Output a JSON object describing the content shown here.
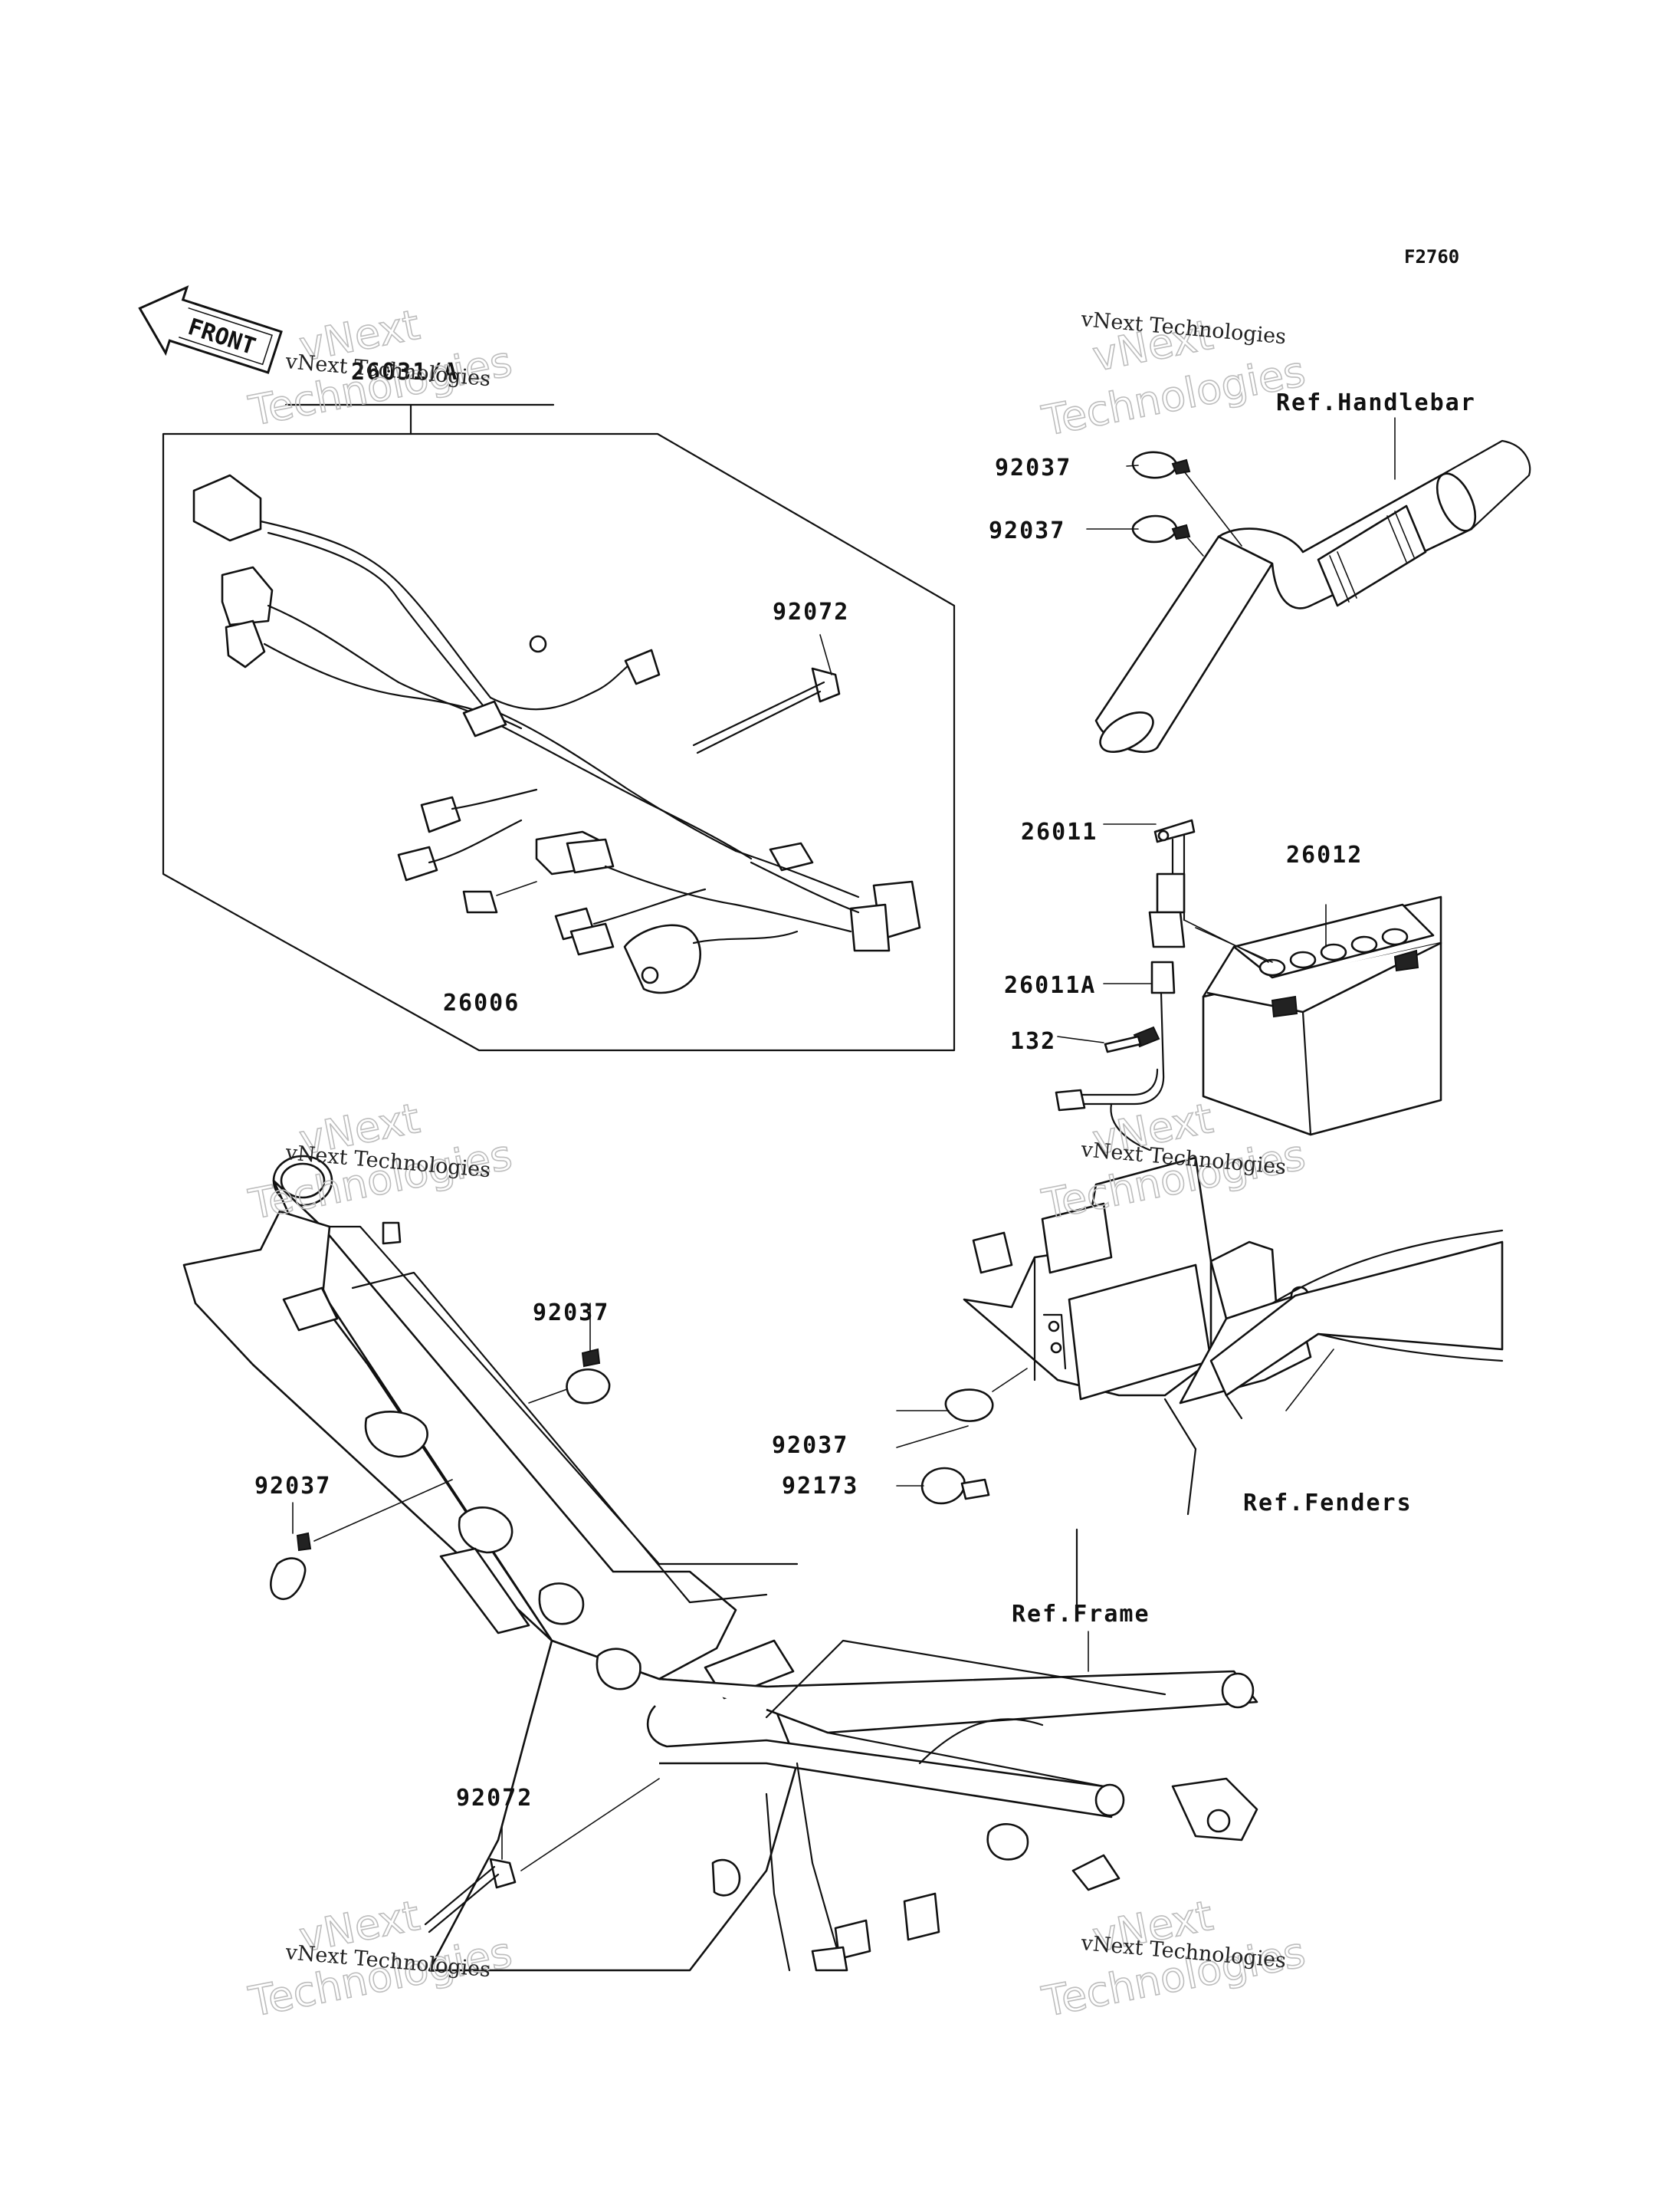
{
  "figure_code": "F2760",
  "front_label": "FRONT",
  "watermark": {
    "line1": "vNext",
    "line2": "Technologies",
    "caption": "vNext Technologies"
  },
  "labels": {
    "harness": "26031/A",
    "tie_upper": "92072",
    "fuse": "26006",
    "ref_handlebar": "Ref.Handlebar",
    "clamp_hb_1": "92037",
    "clamp_hb_2": "92037",
    "lead_a": "26011",
    "battery": "26012",
    "lead_b": "26011A",
    "bolt": "132",
    "clamp_frame_upper": "92037",
    "clamp_frame_left": "92037",
    "clamp_box": "92037",
    "clamp_box_2": "92173",
    "ref_fenders": "Ref.Fenders",
    "ref_frame": "Ref.Frame",
    "tie_lower": "92072"
  }
}
